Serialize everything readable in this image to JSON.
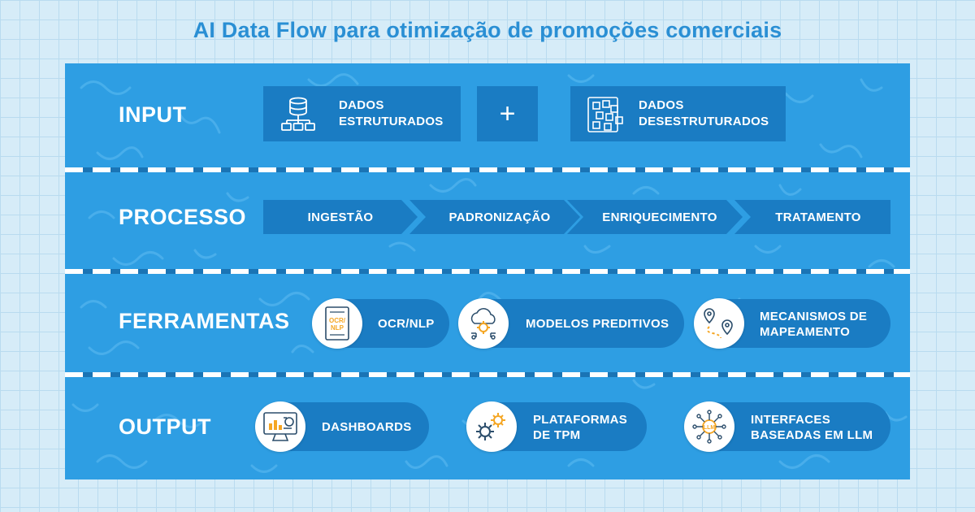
{
  "title": "AI Data Flow para otimização de promoções comerciais",
  "colors": {
    "background": "#d6ecf8",
    "panel": "#2e9ee3",
    "box": "#1a7cc3",
    "title": "#2a8fd4",
    "icon_accent": "#f5a623",
    "icon_stroke": "#2b4d6b"
  },
  "rows": {
    "input": {
      "label": "INPUT",
      "items": [
        {
          "text_line1": "DADOS",
          "text_line2": "ESTRUTURADOS",
          "icon": "database-icon"
        },
        {
          "symbol": "+"
        },
        {
          "text_line1": "DADOS",
          "text_line2": "DESESTRUTURADOS",
          "icon": "scattered-blocks-icon"
        }
      ]
    },
    "processo": {
      "label": "PROCESSO",
      "steps": [
        "INGESTÃO",
        "PADRONIZAÇÃO",
        "ENRIQUECIMENTO",
        "TRATAMENTO"
      ]
    },
    "ferramentas": {
      "label": "FERRAMENTAS",
      "items": [
        {
          "text_line1": "OCR/NLP",
          "text_line2": "",
          "icon": "ocr-document-icon",
          "icon_text": "OCR/ NLP"
        },
        {
          "text_line1": "MODELOS PREDITIVOS",
          "text_line2": "",
          "icon": "cloud-gear-icon"
        },
        {
          "text_line1": "MECANISMOS DE",
          "text_line2": "MAPEAMENTO",
          "icon": "map-pins-icon"
        }
      ]
    },
    "output": {
      "label": "OUTPUT",
      "items": [
        {
          "text_line1": "DASHBOARDS",
          "text_line2": "",
          "icon": "monitor-chart-icon"
        },
        {
          "text_line1": "PLATAFORMAS",
          "text_line2": "DE TPM",
          "icon": "gears-icon"
        },
        {
          "text_line1": "INTERFACES",
          "text_line2": "BASEADAS EM LLM",
          "icon": "llm-circuit-icon",
          "icon_text": "LLM"
        }
      ]
    }
  }
}
